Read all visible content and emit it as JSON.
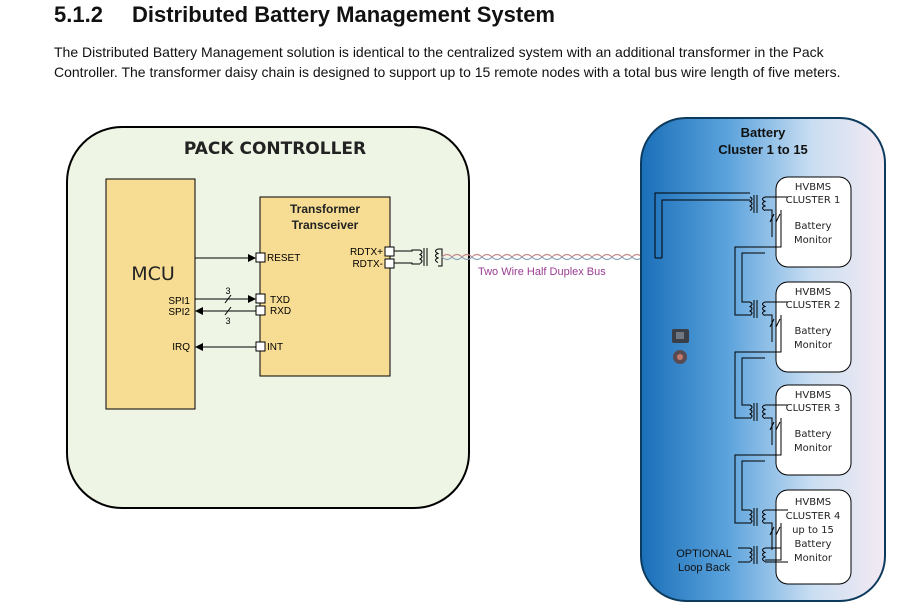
{
  "section": {
    "number": "5.1.2",
    "title": "Distributed Battery Management System",
    "body_line1": "The Distributed Battery Management solution is identical to the centralized system with an additional transformer in the Pack",
    "body_line2": "Controller. The transformer daisy chain is designed to support up to 15 remote nodes with a total bus wire length of five meters."
  },
  "pack_controller": {
    "title": "PACK CONTROLLER",
    "mcu": {
      "label": "MCU",
      "pins": [
        "SPI1",
        "SPI2",
        "IRQ"
      ]
    },
    "transceiver": {
      "title_line1": "Transformer",
      "title_line2": "Transceiver",
      "pins_left": [
        "RESET",
        "TXD",
        "RXD",
        "INT"
      ],
      "pins_right": [
        "RDTX+",
        "RDTX-"
      ]
    },
    "bus_width_labels": [
      "3",
      "3"
    ]
  },
  "bus": {
    "label": "Two Wire Half Duplex Bus"
  },
  "battery_cluster": {
    "title_line1": "Battery",
    "title_line2": "Cluster 1 to 15",
    "clusters": [
      {
        "line1": "HVBMS",
        "line2": "CLUSTER 1",
        "line3": "",
        "line4": "Battery",
        "line5": "Monitor"
      },
      {
        "line1": "HVBMS",
        "line2": "CLUSTER 2",
        "line3": "",
        "line4": "Battery",
        "line5": "Monitor"
      },
      {
        "line1": "HVBMS",
        "line2": "CLUSTER 3",
        "line3": "",
        "line4": "Battery",
        "line5": "Monitor"
      },
      {
        "line1": "HVBMS",
        "line2": "CLUSTER 4",
        "line3": "up to 15",
        "line4": "Battery",
        "line5": "Monitor"
      }
    ],
    "loopback_line1": "OPTIONAL",
    "loopback_line2": "Loop Back"
  },
  "colors": {
    "pack_bg": "#eef5e4",
    "chip_fill": "#f7dc94",
    "cluster_blue": "#1a6fb8",
    "cluster_pink": "#f4eaf2",
    "bus_label": "#9b3d93"
  }
}
